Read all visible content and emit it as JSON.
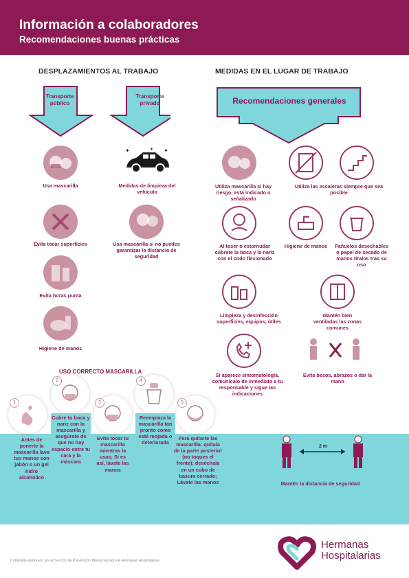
{
  "header": {
    "title": "Información a colaboradores",
    "subtitle": "Recomendaciones buenas prácticas"
  },
  "left_section": {
    "title": "DESPLAZAMIENTOS AL TRABAJO",
    "arrow_public": "Transporte público",
    "arrow_private": "Transporte privado",
    "items": [
      "Usa mascarilla",
      "Medidas de limpieza del vehículo",
      "Evita tocar superficies",
      "Usa mascarilla si no puedes garantizar la distancia de seguridad",
      "Evita horas punta",
      "Higiene de manos"
    ]
  },
  "right_section": {
    "title": "MEDIDAS EN EL LUGAR DE TRABAJO",
    "arrow_general": "Recomendaciones generales",
    "items": [
      "Utiliza mascarilla si hay riesgo, está indicado o señalizado",
      "Utiliza las escaleras siempre que sea posible",
      "Al toser o estornudar cúbrete la boca y la nariz con el codo flexionado",
      "Higiene de manos",
      "Pañuelos desechables o papel de secado de manos tíralos tras su uso",
      "Limpieza y desinfección superficies, equipos, útiles",
      "Mantén bien ventiladas las zonas comunes",
      "Si aparece sintomatología, comunícalo de inmediato a tu responsable y sigue las indicaciones",
      "Evita besos, abrazos o dar la mano"
    ]
  },
  "mask_section": {
    "title": "USO CORRECTO MASCARILLA",
    "steps": [
      {
        "n": "1",
        "text": "Antes de ponerte la mascarilla lava tus manos con jabón o un gel hidro alcohólico"
      },
      {
        "n": "2",
        "text": "Cubre tu boca y nariz con la mascarilla y asegúrate de que no hay espacio entre tu cara y la máscara"
      },
      {
        "n": "3",
        "text": "Evita tocar tu mascarilla mientras la usas; Si es así, lávate las manos"
      },
      {
        "n": "4",
        "text": "Reemplaza la mascarilla tan pronto como esté mojada o deteriorada"
      },
      {
        "n": "5",
        "text": "Para quitarte las mascarilla: quítala de la parte posterior (no toques el frente); deséchala en un cubo de basura cerrado; Lávate las manos"
      }
    ]
  },
  "distance": {
    "label": "2 m",
    "caption": "Mantén la distancia de seguridad"
  },
  "logo": {
    "line1": "Hermanas",
    "line2": "Hospitalarias"
  },
  "footer": {
    "text": "Contenido elaborado por el Servicio de Prevención Mancomunado de Hermanas Hospitalarias"
  },
  "colors": {
    "brand": "#8e1a55",
    "teal": "#7fd7db",
    "icon_fill": "#c9949f"
  }
}
